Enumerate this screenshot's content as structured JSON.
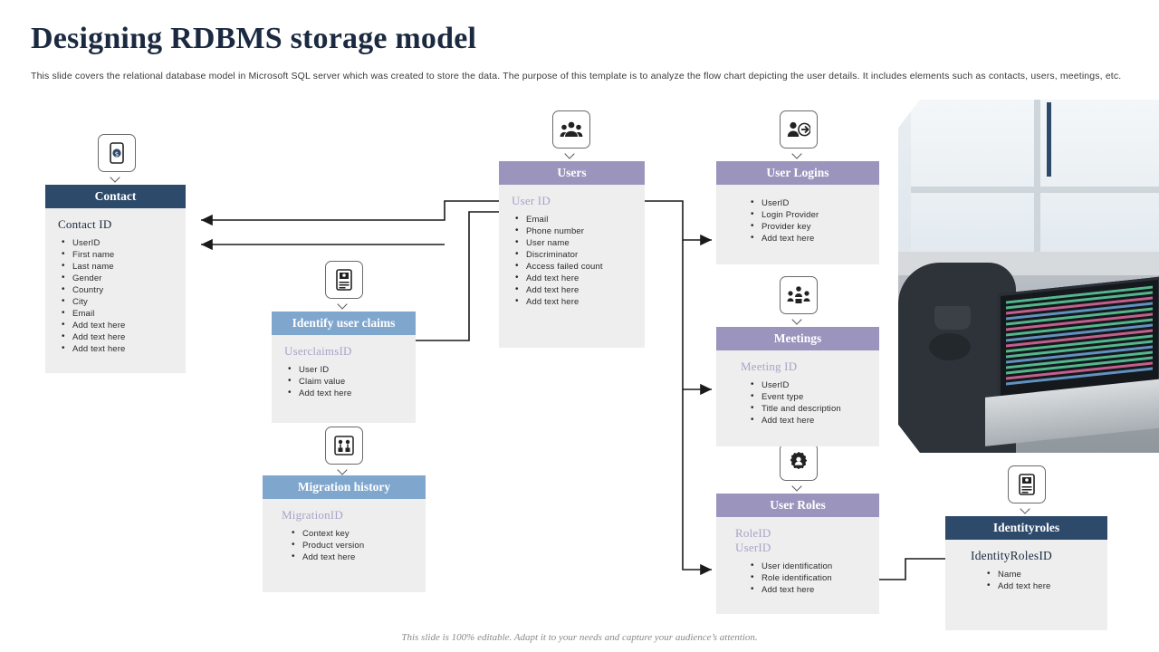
{
  "slide": {
    "title": "Designing RDBMS storage model",
    "subtitle": "This slide covers the relational database model in Microsoft SQL server which was created to store the data. The  purpose of this template  is to analyze the flow chart depicting the user details.  It includes elements  such as contacts, users, meetings, etc.",
    "footer": "This slide is 100% editable. Adapt it to your needs and capture your audience’s attention."
  },
  "colors": {
    "navy": "#2e4a6b",
    "purple": "#9b95bd",
    "blue": "#7fa6cd",
    "body": "#eeeeee",
    "pk_purple": "#a9a3c8"
  },
  "entities": {
    "contact": {
      "title": "Contact",
      "key": "Contact ID",
      "icon": "mobile-payment-icon",
      "fields": [
        "UserID",
        "First name",
        "Last name",
        "Gender",
        "Country",
        "City",
        "Email",
        "Add text here",
        "Add text here",
        "Add text here"
      ]
    },
    "users": {
      "title": "Users",
      "key": "User ID",
      "icon": "users-group-icon",
      "fields": [
        "Email",
        "Phone  number",
        "User name",
        "Discriminator",
        "Access failed count",
        "Add text here",
        "Add text here",
        "Add text here"
      ]
    },
    "user_logins": {
      "title": "User Logins",
      "key": "",
      "icon": "user-login-icon",
      "fields": [
        "UserID",
        "Login Provider",
        "Provider key",
        "Add text here"
      ]
    },
    "identify_user_claims": {
      "title": "Identify user claims",
      "key": "UserclaimsID",
      "icon": "id-card-icon",
      "fields": [
        "User ID",
        "Claim  value",
        "Add text here"
      ]
    },
    "meetings": {
      "title": "Meetings",
      "key": "Meeting ID",
      "icon": "meeting-people-icon",
      "fields": [
        "UserID",
        "Event type",
        "Title  and description",
        "Add text here"
      ]
    },
    "migration_history": {
      "title": "Migration history",
      "key": "MigrationID",
      "icon": "migration-nodes-icon",
      "fields": [
        "Context key",
        "Product version",
        "Add text here"
      ]
    },
    "user_roles": {
      "title": "User Roles",
      "key": "RoleID",
      "key2": "UserID",
      "icon": "gear-user-icon",
      "fields": [
        "User identification",
        "Role  identification",
        "Add text here"
      ]
    },
    "identity_roles": {
      "title": "Identityroles",
      "key": "IdentityRolesID",
      "icon": "id-badge-icon",
      "fields": [
        "Name",
        "Add text here"
      ]
    }
  }
}
